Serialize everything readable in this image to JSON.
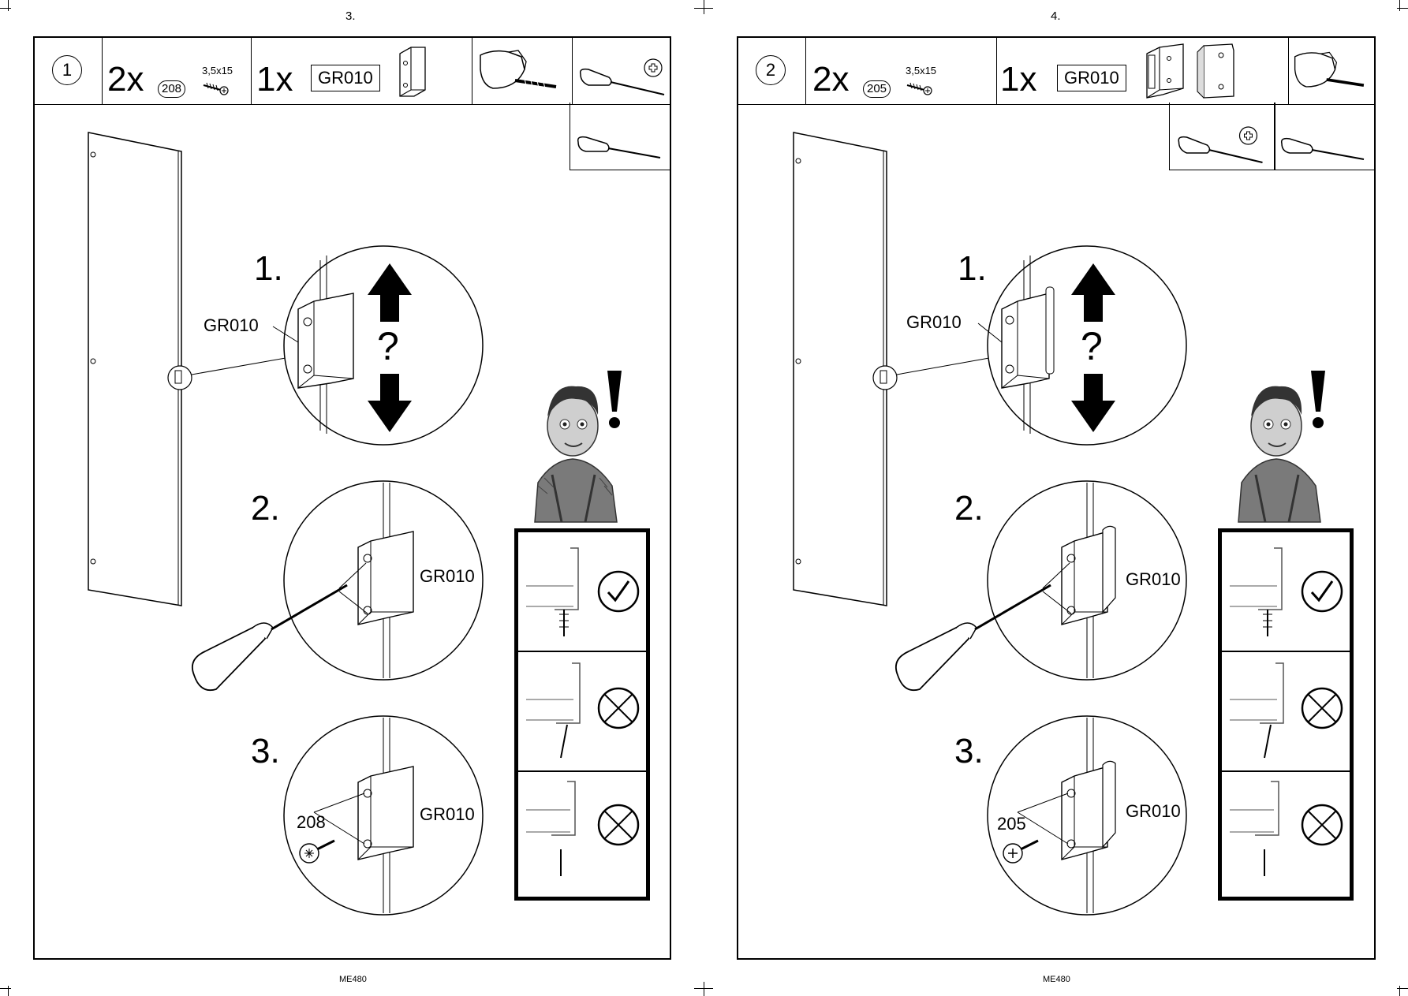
{
  "pages": [
    {
      "page_number": "3.",
      "footer": "ME480",
      "step_number": "1",
      "screw": {
        "quantity": "2x",
        "code": "208",
        "size": "3,5x15"
      },
      "part": {
        "quantity": "1x",
        "code": "GR010"
      },
      "substeps": [
        {
          "number": "1.",
          "label": "GR010"
        },
        {
          "number": "2.",
          "label": "GR010"
        },
        {
          "number": "3.",
          "label": "GR010",
          "screw_code": "208"
        }
      ]
    },
    {
      "page_number": "4.",
      "footer": "ME480",
      "step_number": "2",
      "screw": {
        "quantity": "2x",
        "code": "205",
        "size": "3,5x15"
      },
      "part": {
        "quantity": "1x",
        "code": "GR010"
      },
      "substeps": [
        {
          "number": "1.",
          "label": "GR010"
        },
        {
          "number": "2.",
          "label": "GR010"
        },
        {
          "number": "3.",
          "label": "GR010",
          "screw_code": "205"
        }
      ]
    }
  ],
  "icons": [
    "screw-icon",
    "gr010-bracket-icon",
    "handle-part-icon",
    "phillips-screwdriver-icon",
    "flat-screwdriver-icon",
    "up-arrow-icon",
    "down-arrow-icon",
    "worker-character-icon",
    "exclamation-icon",
    "check-icon",
    "cross-icon"
  ]
}
